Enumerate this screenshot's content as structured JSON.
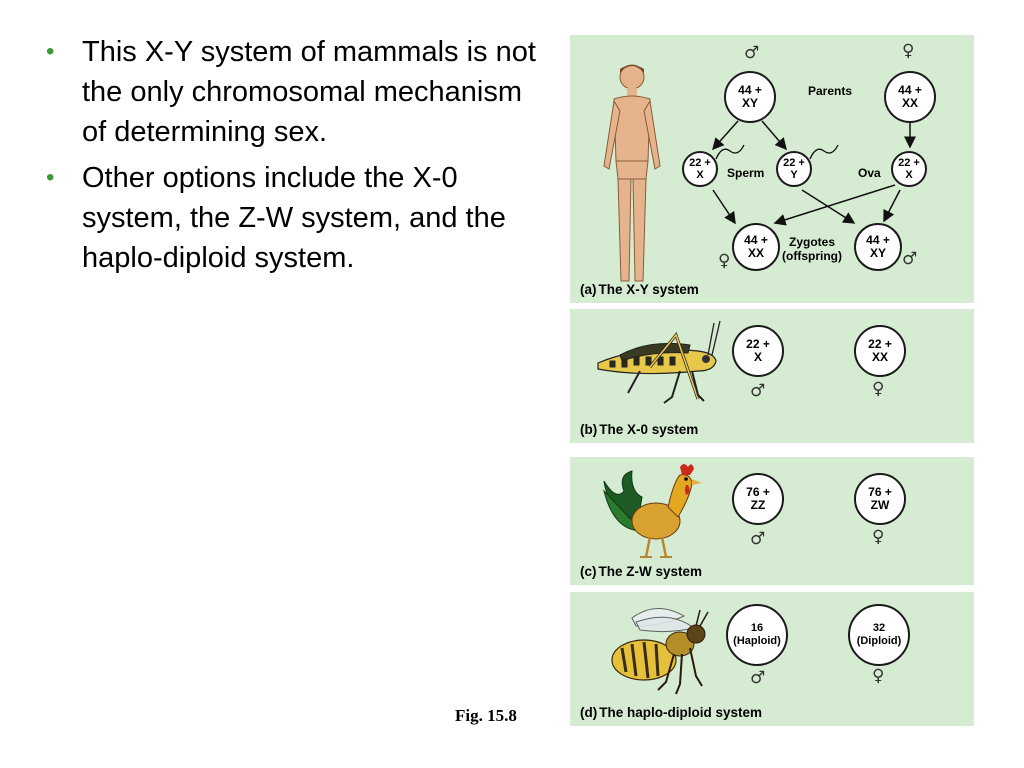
{
  "bullets": [
    "This X-Y system of mammals is not the only chromosomal mechanism of determining sex.",
    "Other options include the X-0 system, the Z-W system, and the haplo-diploid system."
  ],
  "fig_caption": "Fig. 15.8",
  "symbols": {
    "male": "♂",
    "female": "♀"
  },
  "panel_a": {
    "letter": "(a)",
    "title": "The X-Y system",
    "parents_label": "Parents",
    "sperm_label": "Sperm",
    "ova_label": "Ova",
    "zygotes_label": "Zygotes\n(offspring)",
    "parent_male": "44 +\nXY",
    "parent_female": "44 +\nXX",
    "sperm_x": "22 +\nX",
    "sperm_y": "22 +\nY",
    "ovum": "22 +\nX",
    "zygote_female": "44 +\nXX",
    "zygote_male": "44 +\nXY"
  },
  "panel_b": {
    "letter": "(b)",
    "title": "The X-0 system",
    "male": "22 +\nX",
    "female": "22 +\nXX"
  },
  "panel_c": {
    "letter": "(c)",
    "title": "The Z-W system",
    "male": "76 +\nZZ",
    "female": "76 +\nZW"
  },
  "panel_d": {
    "letter": "(d)",
    "title": "The haplo-diploid system",
    "male": "16\n(Haploid)",
    "female": "32\n(Diploid)"
  }
}
